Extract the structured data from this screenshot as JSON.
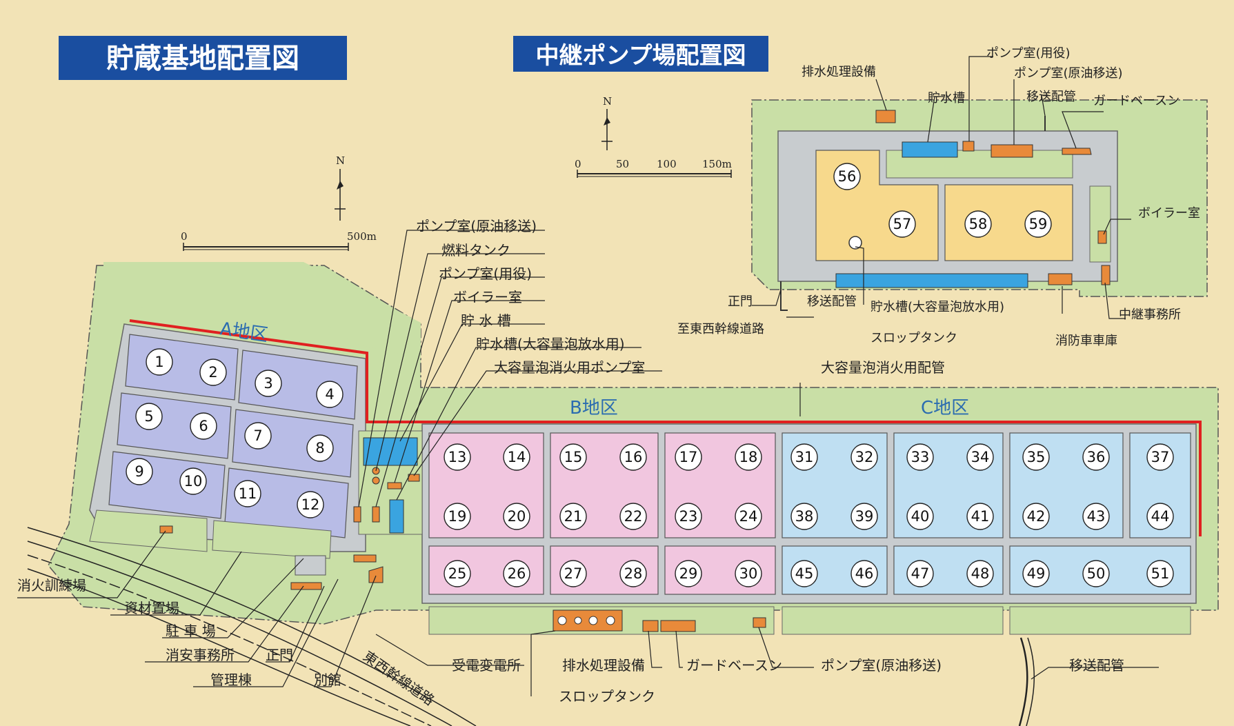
{
  "titles": {
    "storage_base": "貯蔵基地配置図",
    "relay_station": "中継ポンプ場配置図"
  },
  "areas": {
    "a": "A地区",
    "b": "B地区",
    "c": "C地区"
  },
  "scale_main": {
    "n": "N",
    "zero": "0",
    "end": "500m"
  },
  "scale_relay": {
    "n": "N",
    "zero": "0",
    "s50": "50",
    "s100": "100",
    "s150": "150m"
  },
  "main_labels": {
    "pump_crude": "ポンプ室(原油移送)",
    "fuel_tank": "燃料タンク",
    "pump_utility": "ポンプ室(用役)",
    "boiler": "ボイラー室",
    "water_tank": "貯 水 槽",
    "water_tank_foam": "貯水槽(大容量泡放水用)",
    "foam_pump_room": "大容量泡消火用ポンプ室",
    "foam_piping": "大容量泡消火用配管",
    "fire_training": "消火訓練場",
    "materials_yard": "資材置場",
    "parking": "駐 車 場",
    "fire_office": "消安事務所",
    "main_gate": "正門",
    "admin_building": "管理棟",
    "annex": "別館",
    "east_west_road": "東西幹線道路",
    "substation": "受電変電所",
    "drainage": "排水処理設備",
    "slop_tank": "スロップタンク",
    "guard_basin": "ガードベースン",
    "pump_crude_bottom": "ポンプ室(原油移送)",
    "transfer_pipe": "移送配管"
  },
  "relay_labels": {
    "drainage": "排水処理設備",
    "pump_utility": "ポンプ室(用役)",
    "water_tank": "貯水槽",
    "pump_crude": "ポンプ室(原油移送)",
    "transfer_pipe_top": "移送配管",
    "guard_basin": "ガードベースン",
    "boiler": "ボイラー室",
    "main_gate": "正門",
    "transfer_pipe": "移送配管",
    "to_road": "至東西幹線道路",
    "water_tank_foam": "貯水槽(大容量泡放水用)",
    "slop_tank": "スロップタンク",
    "fire_garage": "消防車車庫",
    "relay_office": "中継事務所"
  },
  "tanks": {
    "t1": "1",
    "t2": "2",
    "t3": "3",
    "t4": "4",
    "t5": "5",
    "t6": "6",
    "t7": "7",
    "t8": "8",
    "t9": "9",
    "t10": "10",
    "t11": "11",
    "t12": "12",
    "t13": "13",
    "t14": "14",
    "t15": "15",
    "t16": "16",
    "t17": "17",
    "t18": "18",
    "t19": "19",
    "t20": "20",
    "t21": "21",
    "t22": "22",
    "t23": "23",
    "t24": "24",
    "t25": "25",
    "t26": "26",
    "t27": "27",
    "t28": "28",
    "t29": "29",
    "t30": "30",
    "t31": "31",
    "t32": "32",
    "t33": "33",
    "t34": "34",
    "t35": "35",
    "t36": "36",
    "t37": "37",
    "t38": "38",
    "t39": "39",
    "t40": "40",
    "t41": "41",
    "t42": "42",
    "t43": "43",
    "t44": "44",
    "t45": "45",
    "t46": "46",
    "t47": "47",
    "t48": "48",
    "t49": "49",
    "t50": "50",
    "t51": "51",
    "t56": "56",
    "t57": "57",
    "t58": "58",
    "t59": "59"
  },
  "colors": {
    "paper": "#f2e3b6",
    "grass": "#c9dfa6",
    "road": "#c8cccf",
    "zone_a": "#b8bce6",
    "zone_b": "#f1c6df",
    "zone_c": "#bfdff2",
    "relay_tank": "#f7d98c",
    "water": "#3aa4e0",
    "facility": "#e88a3a",
    "title_bg": "#1a4ea0",
    "fence": "#e02020"
  }
}
